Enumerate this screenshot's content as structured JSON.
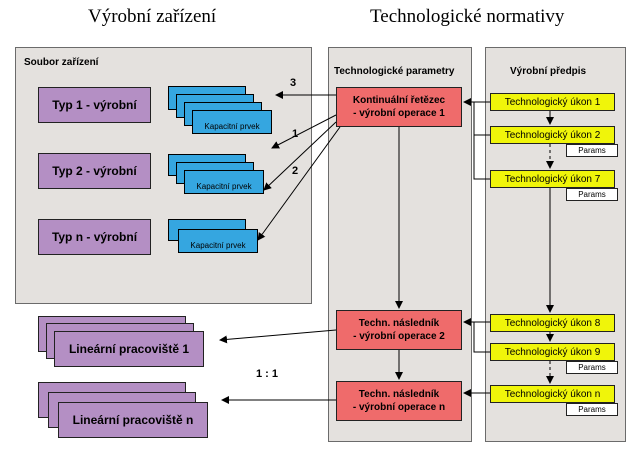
{
  "headings": {
    "left": "Výrobní zařízení",
    "right": "Technologické normativy"
  },
  "equipment_panel": {
    "title": "Soubor zařízení",
    "types": [
      {
        "label": "Typ 1 - výrobní",
        "capacity_stack_front": "Kapacitní prvek",
        "capacity_stack_back": "Ka"
      },
      {
        "label": "Typ 2 - výrobní",
        "capacity_stack_front": "Kapacitní prvek",
        "capacity_stack_back": "Ka"
      },
      {
        "label": "Typ n - výrobní",
        "capacity_stack_front": "Kapacitní prvek",
        "capacity_stack_back": "Ka"
      }
    ]
  },
  "work_lines": [
    {
      "label": "Lineární pracoviště 1"
    },
    {
      "label": "Lineární pracoviště n"
    }
  ],
  "ratio_label": "1 : 1",
  "arrow_numbers": [
    "3",
    "1",
    "2"
  ],
  "tech_params_panel": {
    "title": "Technologické parametry",
    "operations": [
      {
        "label": "Kontinuální řetězec\n- výrobní operace 1"
      },
      {
        "label": "Techn. následník\n- výrobní operace 2"
      },
      {
        "label": "Techn. následník\n- výrobní operace n"
      }
    ]
  },
  "prescription_panel": {
    "title": "Výrobní předpis",
    "params_label": "Params",
    "steps": [
      {
        "label": "Technologický úkon 1"
      },
      {
        "label": "Technologický úkon 2"
      },
      {
        "label": "Technologický úkon 7"
      },
      {
        "label": "Technologický úkon 8"
      },
      {
        "label": "Technologický úkon 9"
      },
      {
        "label": "Technologický úkon n"
      }
    ]
  }
}
